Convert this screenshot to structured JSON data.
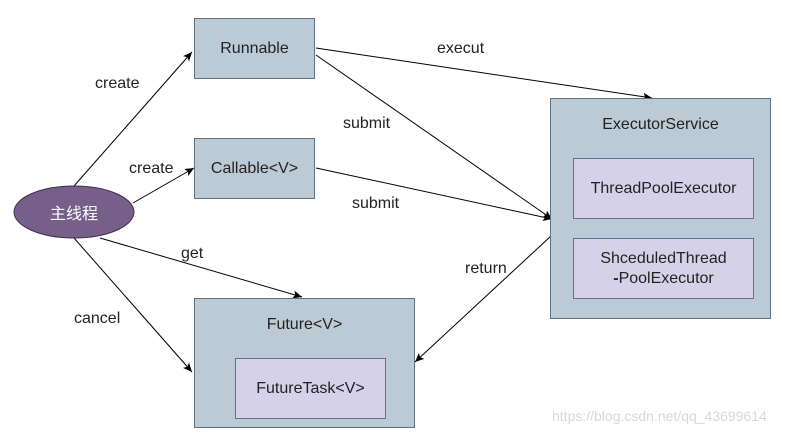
{
  "nodes": {
    "main_thread": "主线程",
    "runnable": "Runnable",
    "callable": "Callable<V>",
    "future": "Future<V>",
    "future_task": "FutureTask<V>",
    "executor_service": "ExecutorService",
    "thread_pool_executor": "ThreadPoolExecutor",
    "scheduled_line1": "ShceduledThread",
    "scheduled_prefix": "-",
    "scheduled_line2": "PoolExecutor"
  },
  "edges": {
    "create_runnable": "create",
    "create_callable": "create",
    "get": "get",
    "cancel": "cancel",
    "execut": "execut",
    "submit_runnable": "submit",
    "submit_callable": "submit",
    "return": "return"
  },
  "watermark": "https://blog.csdn.net/qq_43699614",
  "colors": {
    "box_fill": "#bccad6",
    "inner_fill": "#d5d1e8",
    "ellipse_fill": "#76608a",
    "edge": "#000000"
  }
}
